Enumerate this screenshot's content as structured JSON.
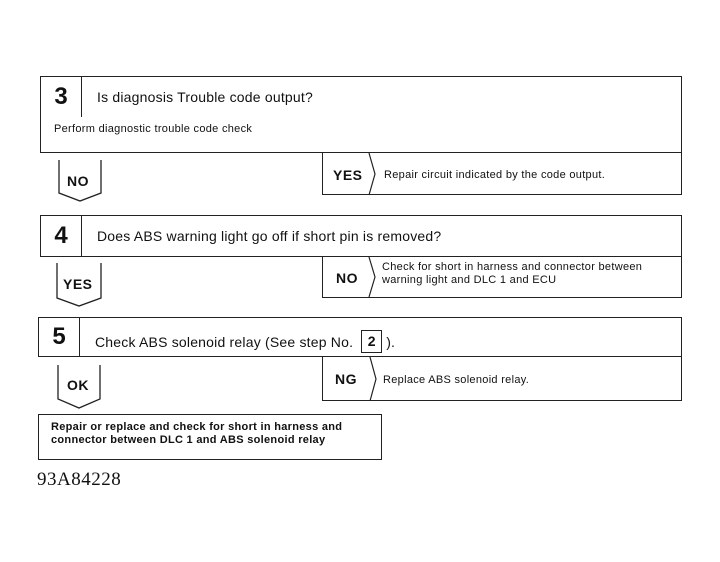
{
  "step3": {
    "number": "3",
    "question": "Is diagnosis Trouble code output?",
    "note": "Perform diagnostic trouble code check",
    "no_label": "NO",
    "yes_label": "YES",
    "yes_action": "Repair circuit indicated by the code output."
  },
  "step4": {
    "number": "4",
    "question": "Does ABS warning light go off if short pin is removed?",
    "yes_label": "YES",
    "no_label": "NO",
    "no_action_line1": "Check for short in harness and connector between",
    "no_action_line2": "warning light and DLC 1 and ECU"
  },
  "step5": {
    "number": "5",
    "question_prefix": "Check ABS solenoid relay (See step No.",
    "ref_step": "2",
    "question_suffix": ").",
    "ok_label": "OK",
    "ng_label": "NG",
    "ng_action": "Replace ABS solenoid relay."
  },
  "final_action": {
    "line1": "Repair or replace and check for short in harness and",
    "line2": "connector between DLC 1 and ABS solenoid relay"
  },
  "figure_id": "93A84228"
}
